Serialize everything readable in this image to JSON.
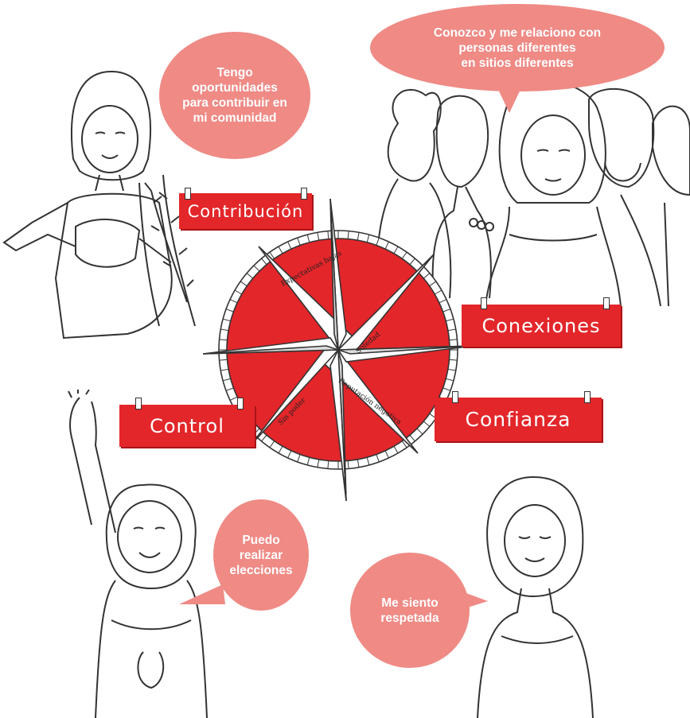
{
  "bubbles": {
    "contribute": "Tengo\noportunidades\npara contribuir en\nmi comunidad",
    "connect": "Conozco y me relaciono con\npersonas diferentes\nen sitios  diferentes",
    "choices": "Puedo\nrealizar\nelecciones",
    "respected": "Me siento\nrespetada"
  },
  "signs": {
    "contribution": "Contribución",
    "connections": "Conexiones",
    "control": "Control",
    "confidence": "Confianza"
  },
  "compass": {
    "labels": [
      "Expectativas bajas",
      "Soledad",
      "Sin poder",
      "Reputación negativa"
    ]
  },
  "colors": {
    "accent": "#e3262a",
    "bubble": "#ef8a85",
    "ink": "#333333"
  }
}
